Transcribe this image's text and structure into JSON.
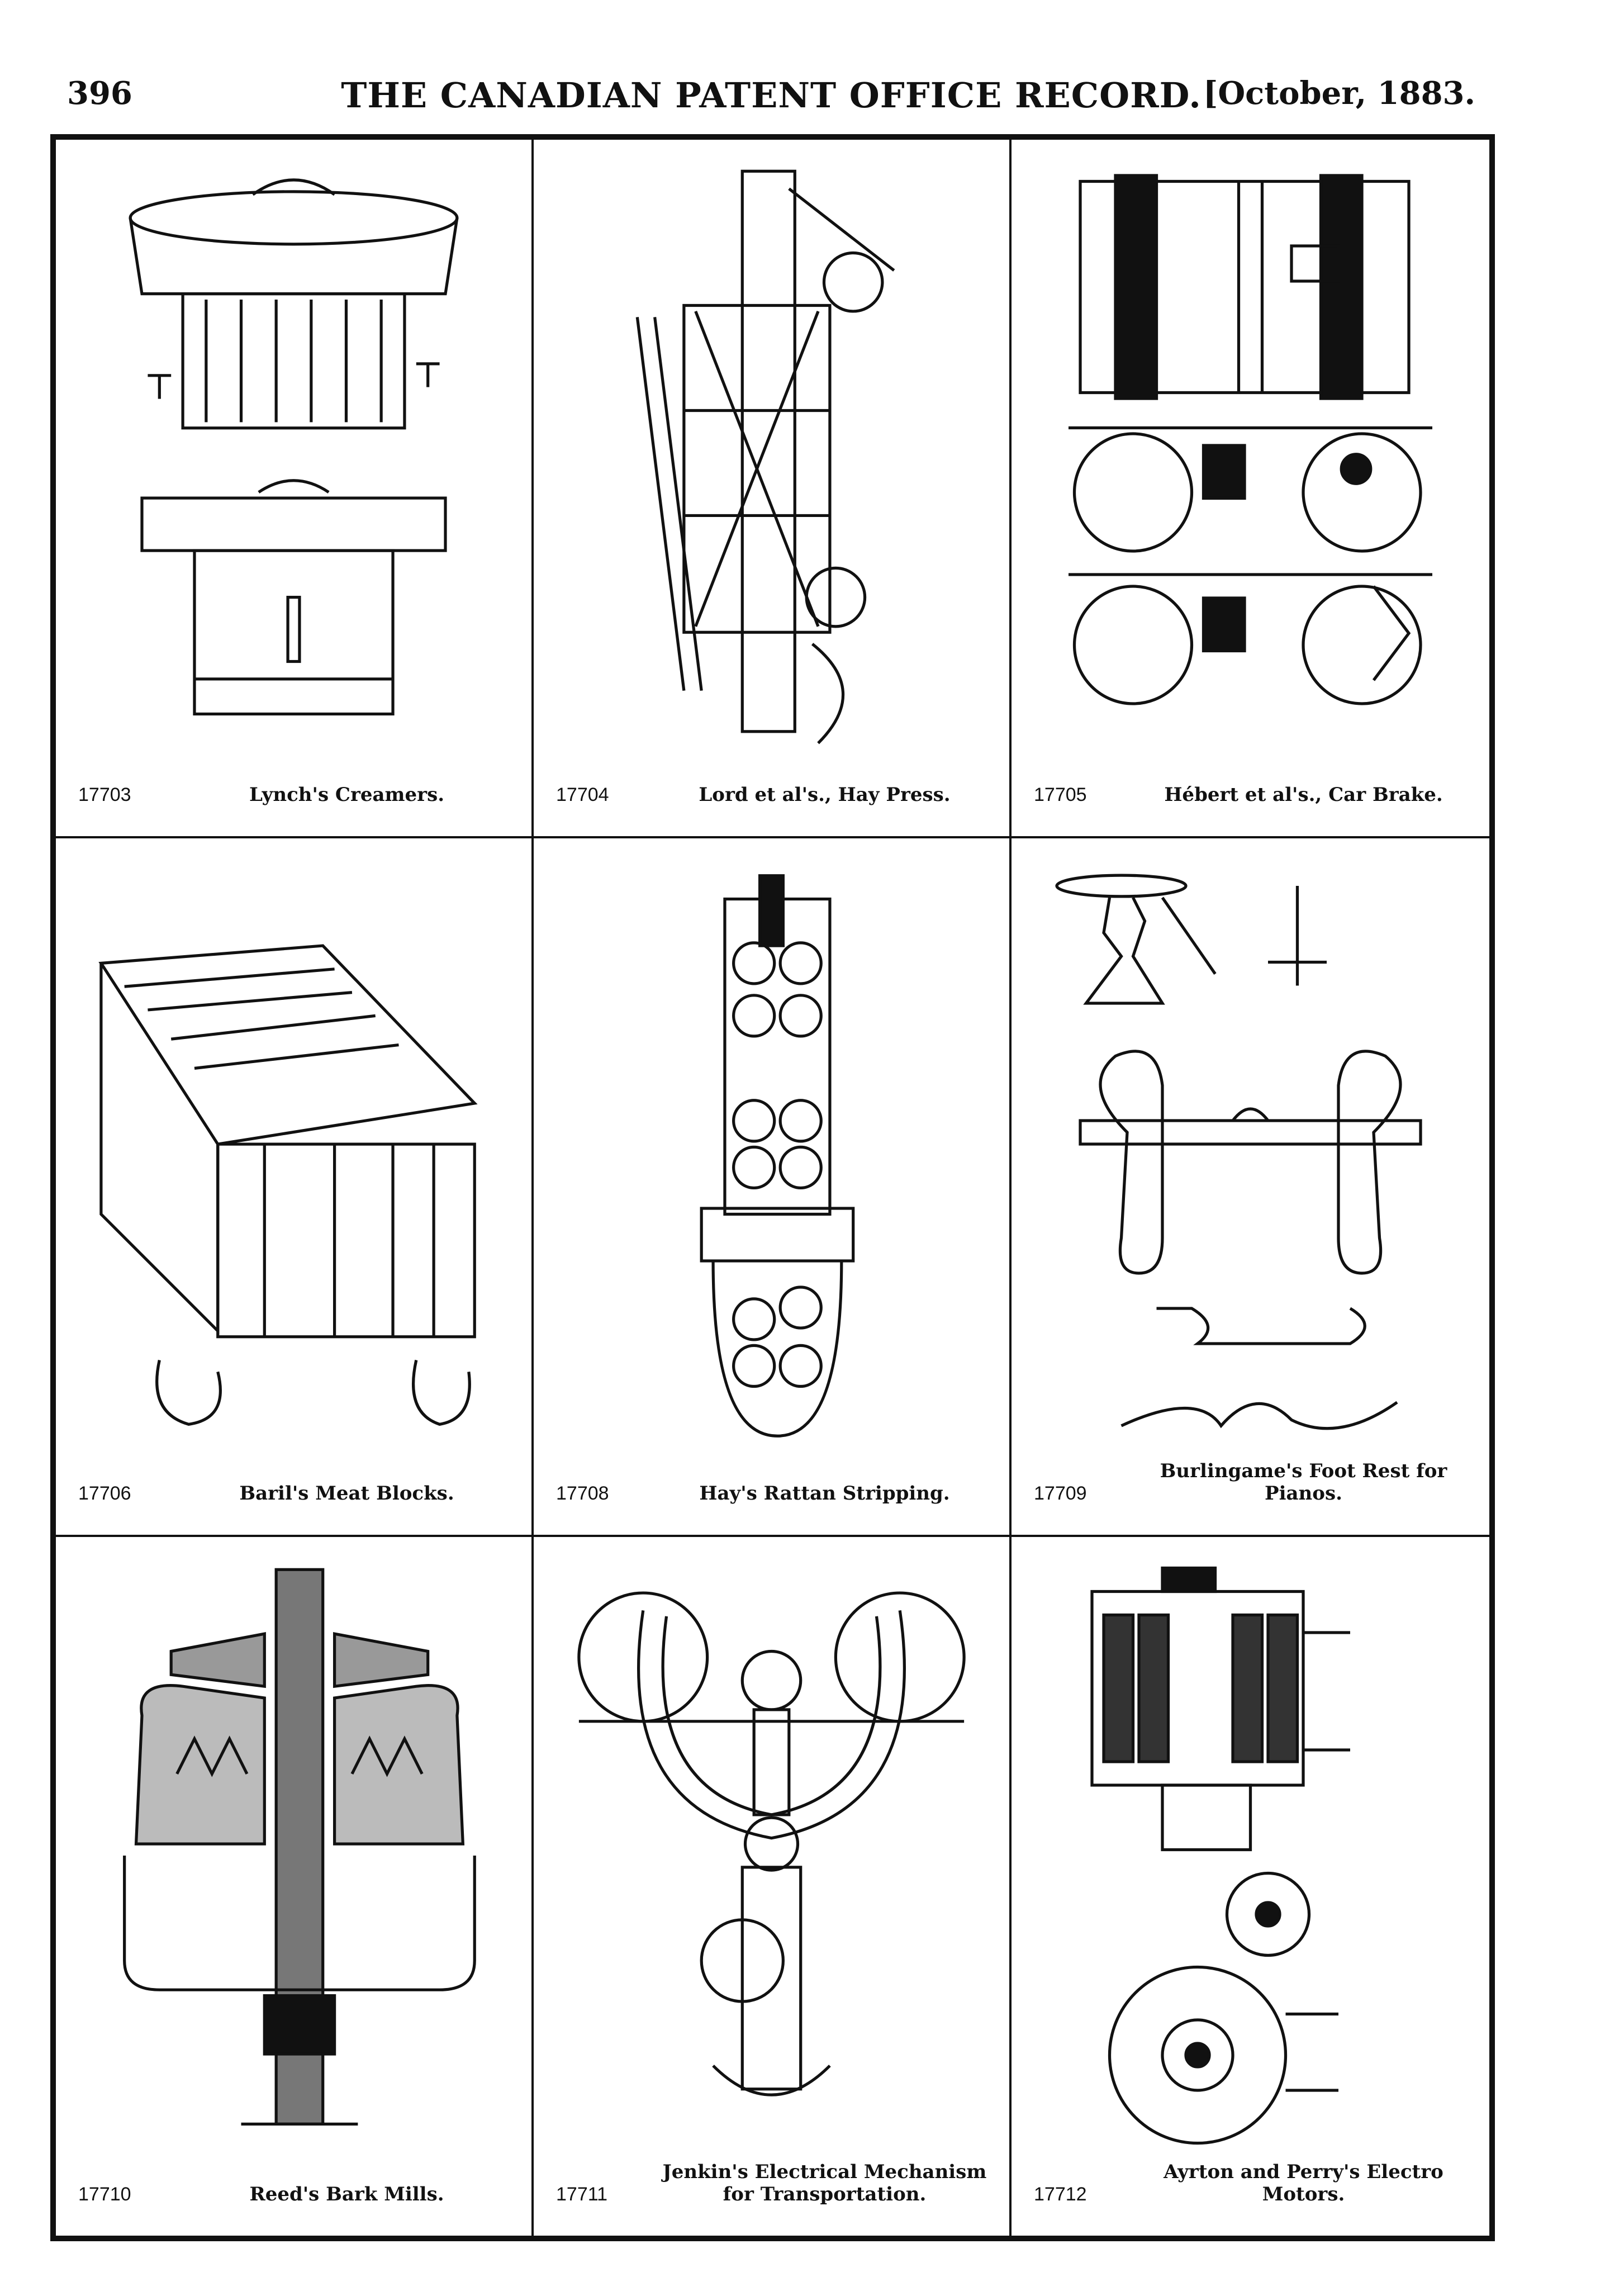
{
  "header": {
    "page_number": "396",
    "title": "THE CANADIAN PATENT OFFICE RECORD.",
    "date": "[October, 1883."
  },
  "patents": [
    {
      "number": "17703",
      "title": "Lynch's Creamers."
    },
    {
      "number": "17704",
      "title": "Lord et al's., Hay Press."
    },
    {
      "number": "17705",
      "title": "Hébert et al's., Car Brake."
    },
    {
      "number": "17706",
      "title": "Baril's Meat Blocks."
    },
    {
      "number": "17708",
      "title": "Hay's Rattan Stripping."
    },
    {
      "number": "17709",
      "title": "Burlingame's Foot Rest for Pianos."
    },
    {
      "number": "17710",
      "title": "Reed's Bark Mills."
    },
    {
      "number": "17711",
      "title": "Jenkin's Electrical Mechanism for Transportation."
    },
    {
      "number": "17712",
      "title": "Ayrton and Perry's Electro Motors."
    }
  ]
}
